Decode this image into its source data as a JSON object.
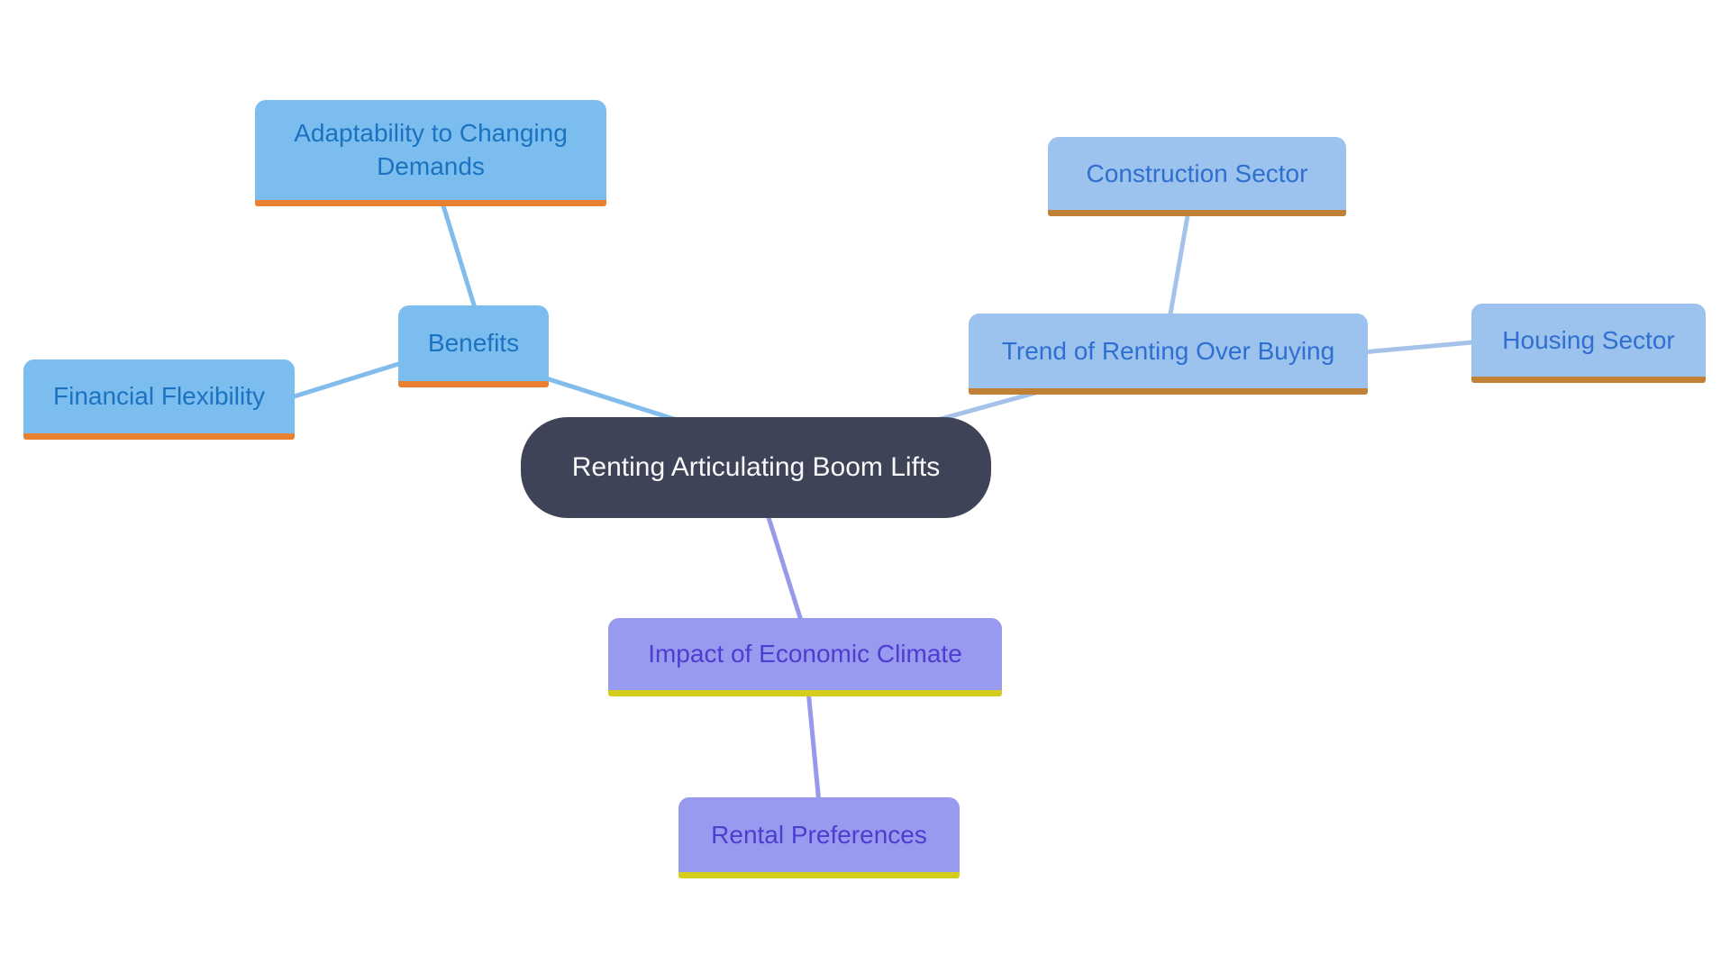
{
  "diagram": {
    "type": "mindmap",
    "title_node": "Renting Articulating Boom Lifts"
  },
  "colors": {
    "page_bg": "#ffffff",
    "central_bg": "#3f4357",
    "central_text": "#f7f8fa",
    "left_node_bg": "#7bbdef",
    "left_node_text": "#1b73c0",
    "left_node_underline": "#e8802f",
    "left_link": "#82bcec",
    "right_node_bg": "#9cc2ee",
    "right_node_text": "#2e6fd0",
    "right_node_underline": "#c08136",
    "right_link": "#a5c3e9",
    "purple_node_bg": "#989af0",
    "purple_node_text": "#4a3ecf",
    "purple_node_underline": "#d4cd1e",
    "purple_link": "#9799ea"
  },
  "nodes": {
    "central": {
      "label": "Renting Articulating Boom Lifts"
    },
    "benefits": {
      "label": "Benefits"
    },
    "adaptability": {
      "label": "Adaptability to Changing Demands"
    },
    "financial": {
      "label": "Financial Flexibility"
    },
    "trend": {
      "label": "Trend of Renting Over Buying"
    },
    "construction": {
      "label": "Construction Sector"
    },
    "housing": {
      "label": "Housing Sector"
    },
    "impact": {
      "label": "Impact of Economic Climate"
    },
    "rental": {
      "label": "Rental Preferences"
    }
  },
  "edges": [
    {
      "from": "benefits",
      "to": "adaptability"
    },
    {
      "from": "benefits",
      "to": "financial"
    },
    {
      "from": "central",
      "to": "benefits"
    },
    {
      "from": "central",
      "to": "trend"
    },
    {
      "from": "trend",
      "to": "construction"
    },
    {
      "from": "trend",
      "to": "housing"
    },
    {
      "from": "central",
      "to": "impact"
    },
    {
      "from": "impact",
      "to": "rental"
    }
  ]
}
